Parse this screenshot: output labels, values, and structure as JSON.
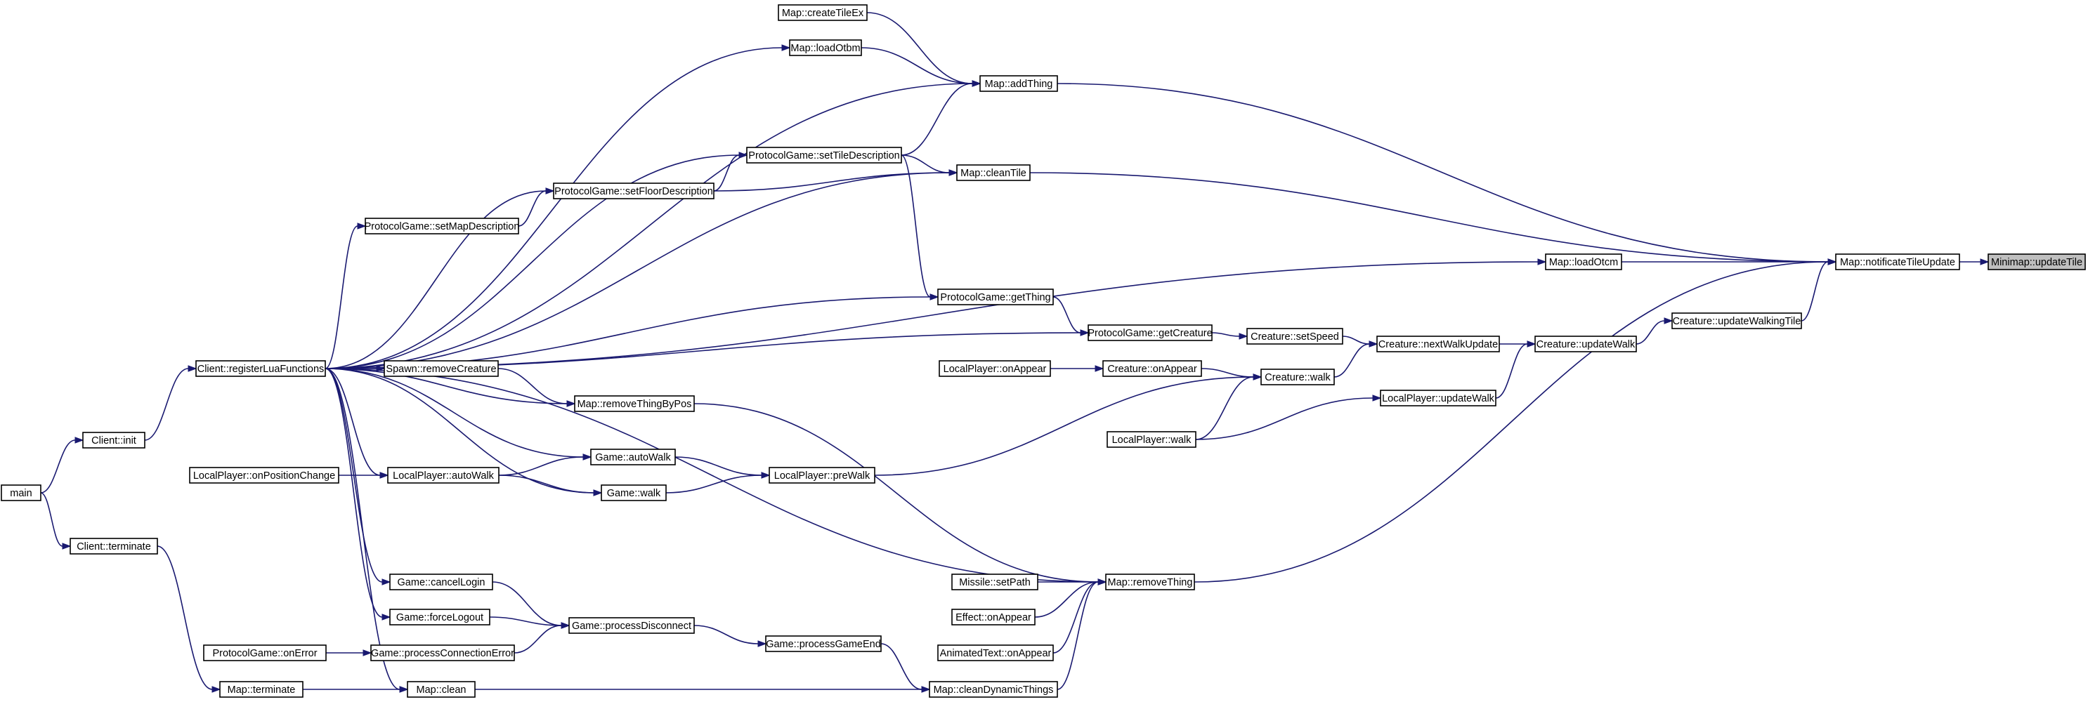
{
  "diagram": {
    "nodes": [
      {
        "id": "minimap_updateTile",
        "label": "Minimap::updateTile",
        "highlight": true
      },
      {
        "id": "map_notificateTileUpdate",
        "label": "Map::notificateTileUpdate"
      },
      {
        "id": "map_addThing",
        "label": "Map::addThing"
      },
      {
        "id": "map_cleanTile",
        "label": "Map::cleanTile"
      },
      {
        "id": "map_loadOtcm",
        "label": "Map::loadOtcm"
      },
      {
        "id": "creature_updateWalkingTile",
        "label": "Creature::updateWalkingTile"
      },
      {
        "id": "map_removeThing",
        "label": "Map::removeThing"
      },
      {
        "id": "map_createTileEx",
        "label": "Map::createTileEx"
      },
      {
        "id": "map_loadOtbm",
        "label": "Map::loadOtbm"
      },
      {
        "id": "protocolgame_setTileDescription",
        "label": "ProtocolGame::setTileDescription"
      },
      {
        "id": "protocolgame_setFloorDescription",
        "label": "ProtocolGame::setFloorDescription"
      },
      {
        "id": "protocolgame_setMapDescription",
        "label": "ProtocolGame::setMapDescription"
      },
      {
        "id": "protocolgame_getThing",
        "label": "ProtocolGame::getThing"
      },
      {
        "id": "protocolgame_getCreature",
        "label": "ProtocolGame::getCreature"
      },
      {
        "id": "creature_setSpeed",
        "label": "Creature::setSpeed"
      },
      {
        "id": "creature_nextWalkUpdate",
        "label": "Creature::nextWalkUpdate"
      },
      {
        "id": "creature_updateWalk",
        "label": "Creature::updateWalk"
      },
      {
        "id": "creature_walk",
        "label": "Creature::walk"
      },
      {
        "id": "creature_onAppear",
        "label": "Creature::onAppear"
      },
      {
        "id": "localplayer_onAppear",
        "label": "LocalPlayer::onAppear"
      },
      {
        "id": "localplayer_updateWalk",
        "label": "LocalPlayer::updateWalk"
      },
      {
        "id": "localplayer_walk",
        "label": "LocalPlayer::walk"
      },
      {
        "id": "client_registerLuaFunctions",
        "label": "Client::registerLuaFunctions"
      },
      {
        "id": "spawn_removeCreature",
        "label": "Spawn::removeCreature"
      },
      {
        "id": "map_removeThingByPos",
        "label": "Map::removeThingByPos"
      },
      {
        "id": "game_autoWalk",
        "label": "Game::autoWalk"
      },
      {
        "id": "localplayer_autoWalk",
        "label": "LocalPlayer::autoWalk"
      },
      {
        "id": "localplayer_onPositionChange",
        "label": "LocalPlayer::onPositionChange"
      },
      {
        "id": "localplayer_preWalk",
        "label": "LocalPlayer::preWalk"
      },
      {
        "id": "game_walk",
        "label": "Game::walk"
      },
      {
        "id": "client_init",
        "label": "Client::init"
      },
      {
        "id": "main",
        "label": "main"
      },
      {
        "id": "client_terminate",
        "label": "Client::terminate"
      },
      {
        "id": "missile_setPath",
        "label": "Missile::setPath"
      },
      {
        "id": "effect_onAppear",
        "label": "Effect::onAppear"
      },
      {
        "id": "animatedtext_onAppear",
        "label": "AnimatedText::onAppear"
      },
      {
        "id": "map_cleanDynamicThings",
        "label": "Map::cleanDynamicThings"
      },
      {
        "id": "game_cancelLogin",
        "label": "Game::cancelLogin"
      },
      {
        "id": "game_forceLogout",
        "label": "Game::forceLogout"
      },
      {
        "id": "game_processDisconnect",
        "label": "Game::processDisconnect"
      },
      {
        "id": "game_processConnectionError",
        "label": "Game::processConnectionError"
      },
      {
        "id": "protocolgame_onError",
        "label": "ProtocolGame::onError"
      },
      {
        "id": "game_processGameEnd",
        "label": "Game::processGameEnd"
      },
      {
        "id": "map_terminate",
        "label": "Map::terminate"
      },
      {
        "id": "map_clean",
        "label": "Map::clean"
      }
    ],
    "edges": [
      {
        "from": "map_notificateTileUpdate",
        "to": "minimap_updateTile"
      },
      {
        "from": "map_addThing",
        "to": "map_notificateTileUpdate"
      },
      {
        "from": "map_cleanTile",
        "to": "map_notificateTileUpdate"
      },
      {
        "from": "map_loadOtcm",
        "to": "map_notificateTileUpdate"
      },
      {
        "from": "creature_updateWalkingTile",
        "to": "map_notificateTileUpdate"
      },
      {
        "from": "map_removeThing",
        "to": "map_notificateTileUpdate"
      },
      {
        "from": "map_createTileEx",
        "to": "map_addThing"
      },
      {
        "from": "map_loadOtbm",
        "to": "map_addThing"
      },
      {
        "from": "protocolgame_setTileDescription",
        "to": "map_addThing"
      },
      {
        "from": "client_registerLuaFunctions",
        "to": "map_addThing"
      },
      {
        "from": "protocolgame_setTileDescription",
        "to": "map_cleanTile"
      },
      {
        "from": "protocolgame_setFloorDescription",
        "to": "map_cleanTile"
      },
      {
        "from": "client_registerLuaFunctions",
        "to": "map_cleanTile"
      },
      {
        "from": "protocolgame_setTileDescription",
        "to": "protocolgame_getThing"
      },
      {
        "from": "protocolgame_setFloorDescription",
        "to": "protocolgame_setTileDescription"
      },
      {
        "from": "client_registerLuaFunctions",
        "to": "protocolgame_setTileDescription"
      },
      {
        "from": "protocolgame_setMapDescription",
        "to": "protocolgame_setFloorDescription"
      },
      {
        "from": "client_registerLuaFunctions",
        "to": "protocolgame_setFloorDescription"
      },
      {
        "from": "client_registerLuaFunctions",
        "to": "protocolgame_setMapDescription"
      },
      {
        "from": "client_registerLuaFunctions",
        "to": "map_loadOtcm"
      },
      {
        "from": "client_registerLuaFunctions",
        "to": "map_loadOtbm"
      },
      {
        "from": "client_registerLuaFunctions",
        "to": "protocolgame_getThing"
      },
      {
        "from": "protocolgame_getThing",
        "to": "protocolgame_getCreature"
      },
      {
        "from": "client_registerLuaFunctions",
        "to": "protocolgame_getCreature"
      },
      {
        "from": "protocolgame_getCreature",
        "to": "creature_setSpeed"
      },
      {
        "from": "creature_setSpeed",
        "to": "creature_nextWalkUpdate"
      },
      {
        "from": "creature_nextWalkUpdate",
        "to": "creature_updateWalk"
      },
      {
        "from": "creature_updateWalk",
        "to": "creature_updateWalkingTile"
      },
      {
        "from": "creature_walk",
        "to": "creature_nextWalkUpdate"
      },
      {
        "from": "localplayer_updateWalk",
        "to": "creature_updateWalk"
      },
      {
        "from": "localplayer_walk",
        "to": "localplayer_updateWalk"
      },
      {
        "from": "creature_onAppear",
        "to": "creature_walk"
      },
      {
        "from": "localplayer_onAppear",
        "to": "creature_onAppear"
      },
      {
        "from": "localplayer_walk",
        "to": "creature_walk"
      },
      {
        "from": "localplayer_preWalk",
        "to": "creature_walk"
      },
      {
        "from": "client_registerLuaFunctions",
        "to": "spawn_removeCreature"
      },
      {
        "from": "spawn_removeCreature",
        "to": "map_removeThingByPos"
      },
      {
        "from": "client_registerLuaFunctions",
        "to": "map_removeThingByPos"
      },
      {
        "from": "map_removeThingByPos",
        "to": "map_removeThing"
      },
      {
        "from": "client_registerLuaFunctions",
        "to": "game_autoWalk"
      },
      {
        "from": "localplayer_autoWalk",
        "to": "game_autoWalk"
      },
      {
        "from": "client_registerLuaFunctions",
        "to": "localplayer_autoWalk"
      },
      {
        "from": "localplayer_onPositionChange",
        "to": "localplayer_autoWalk"
      },
      {
        "from": "game_autoWalk",
        "to": "localplayer_preWalk"
      },
      {
        "from": "game_walk",
        "to": "localplayer_preWalk"
      },
      {
        "from": "localplayer_autoWalk",
        "to": "game_walk"
      },
      {
        "from": "client_registerLuaFunctions",
        "to": "game_walk"
      },
      {
        "from": "client_init",
        "to": "client_registerLuaFunctions"
      },
      {
        "from": "main",
        "to": "client_init"
      },
      {
        "from": "main",
        "to": "client_terminate"
      },
      {
        "from": "client_registerLuaFunctions",
        "to": "map_removeThing"
      },
      {
        "from": "missile_setPath",
        "to": "map_removeThing"
      },
      {
        "from": "effect_onAppear",
        "to": "map_removeThing"
      },
      {
        "from": "animatedtext_onAppear",
        "to": "map_removeThing"
      },
      {
        "from": "map_cleanDynamicThings",
        "to": "map_removeThing"
      },
      {
        "from": "client_registerLuaFunctions",
        "to": "game_cancelLogin"
      },
      {
        "from": "client_registerLuaFunctions",
        "to": "game_forceLogout"
      },
      {
        "from": "game_cancelLogin",
        "to": "game_processDisconnect"
      },
      {
        "from": "game_forceLogout",
        "to": "game_processDisconnect"
      },
      {
        "from": "game_processConnectionError",
        "to": "game_processDisconnect"
      },
      {
        "from": "protocolgame_onError",
        "to": "game_processConnectionError"
      },
      {
        "from": "game_processDisconnect",
        "to": "game_processGameEnd"
      },
      {
        "from": "game_processGameEnd",
        "to": "map_cleanDynamicThings"
      },
      {
        "from": "map_clean",
        "to": "map_cleanDynamicThings"
      },
      {
        "from": "client_registerLuaFunctions",
        "to": "map_clean"
      },
      {
        "from": "map_terminate",
        "to": "map_clean"
      },
      {
        "from": "client_terminate",
        "to": "map_terminate"
      }
    ]
  }
}
